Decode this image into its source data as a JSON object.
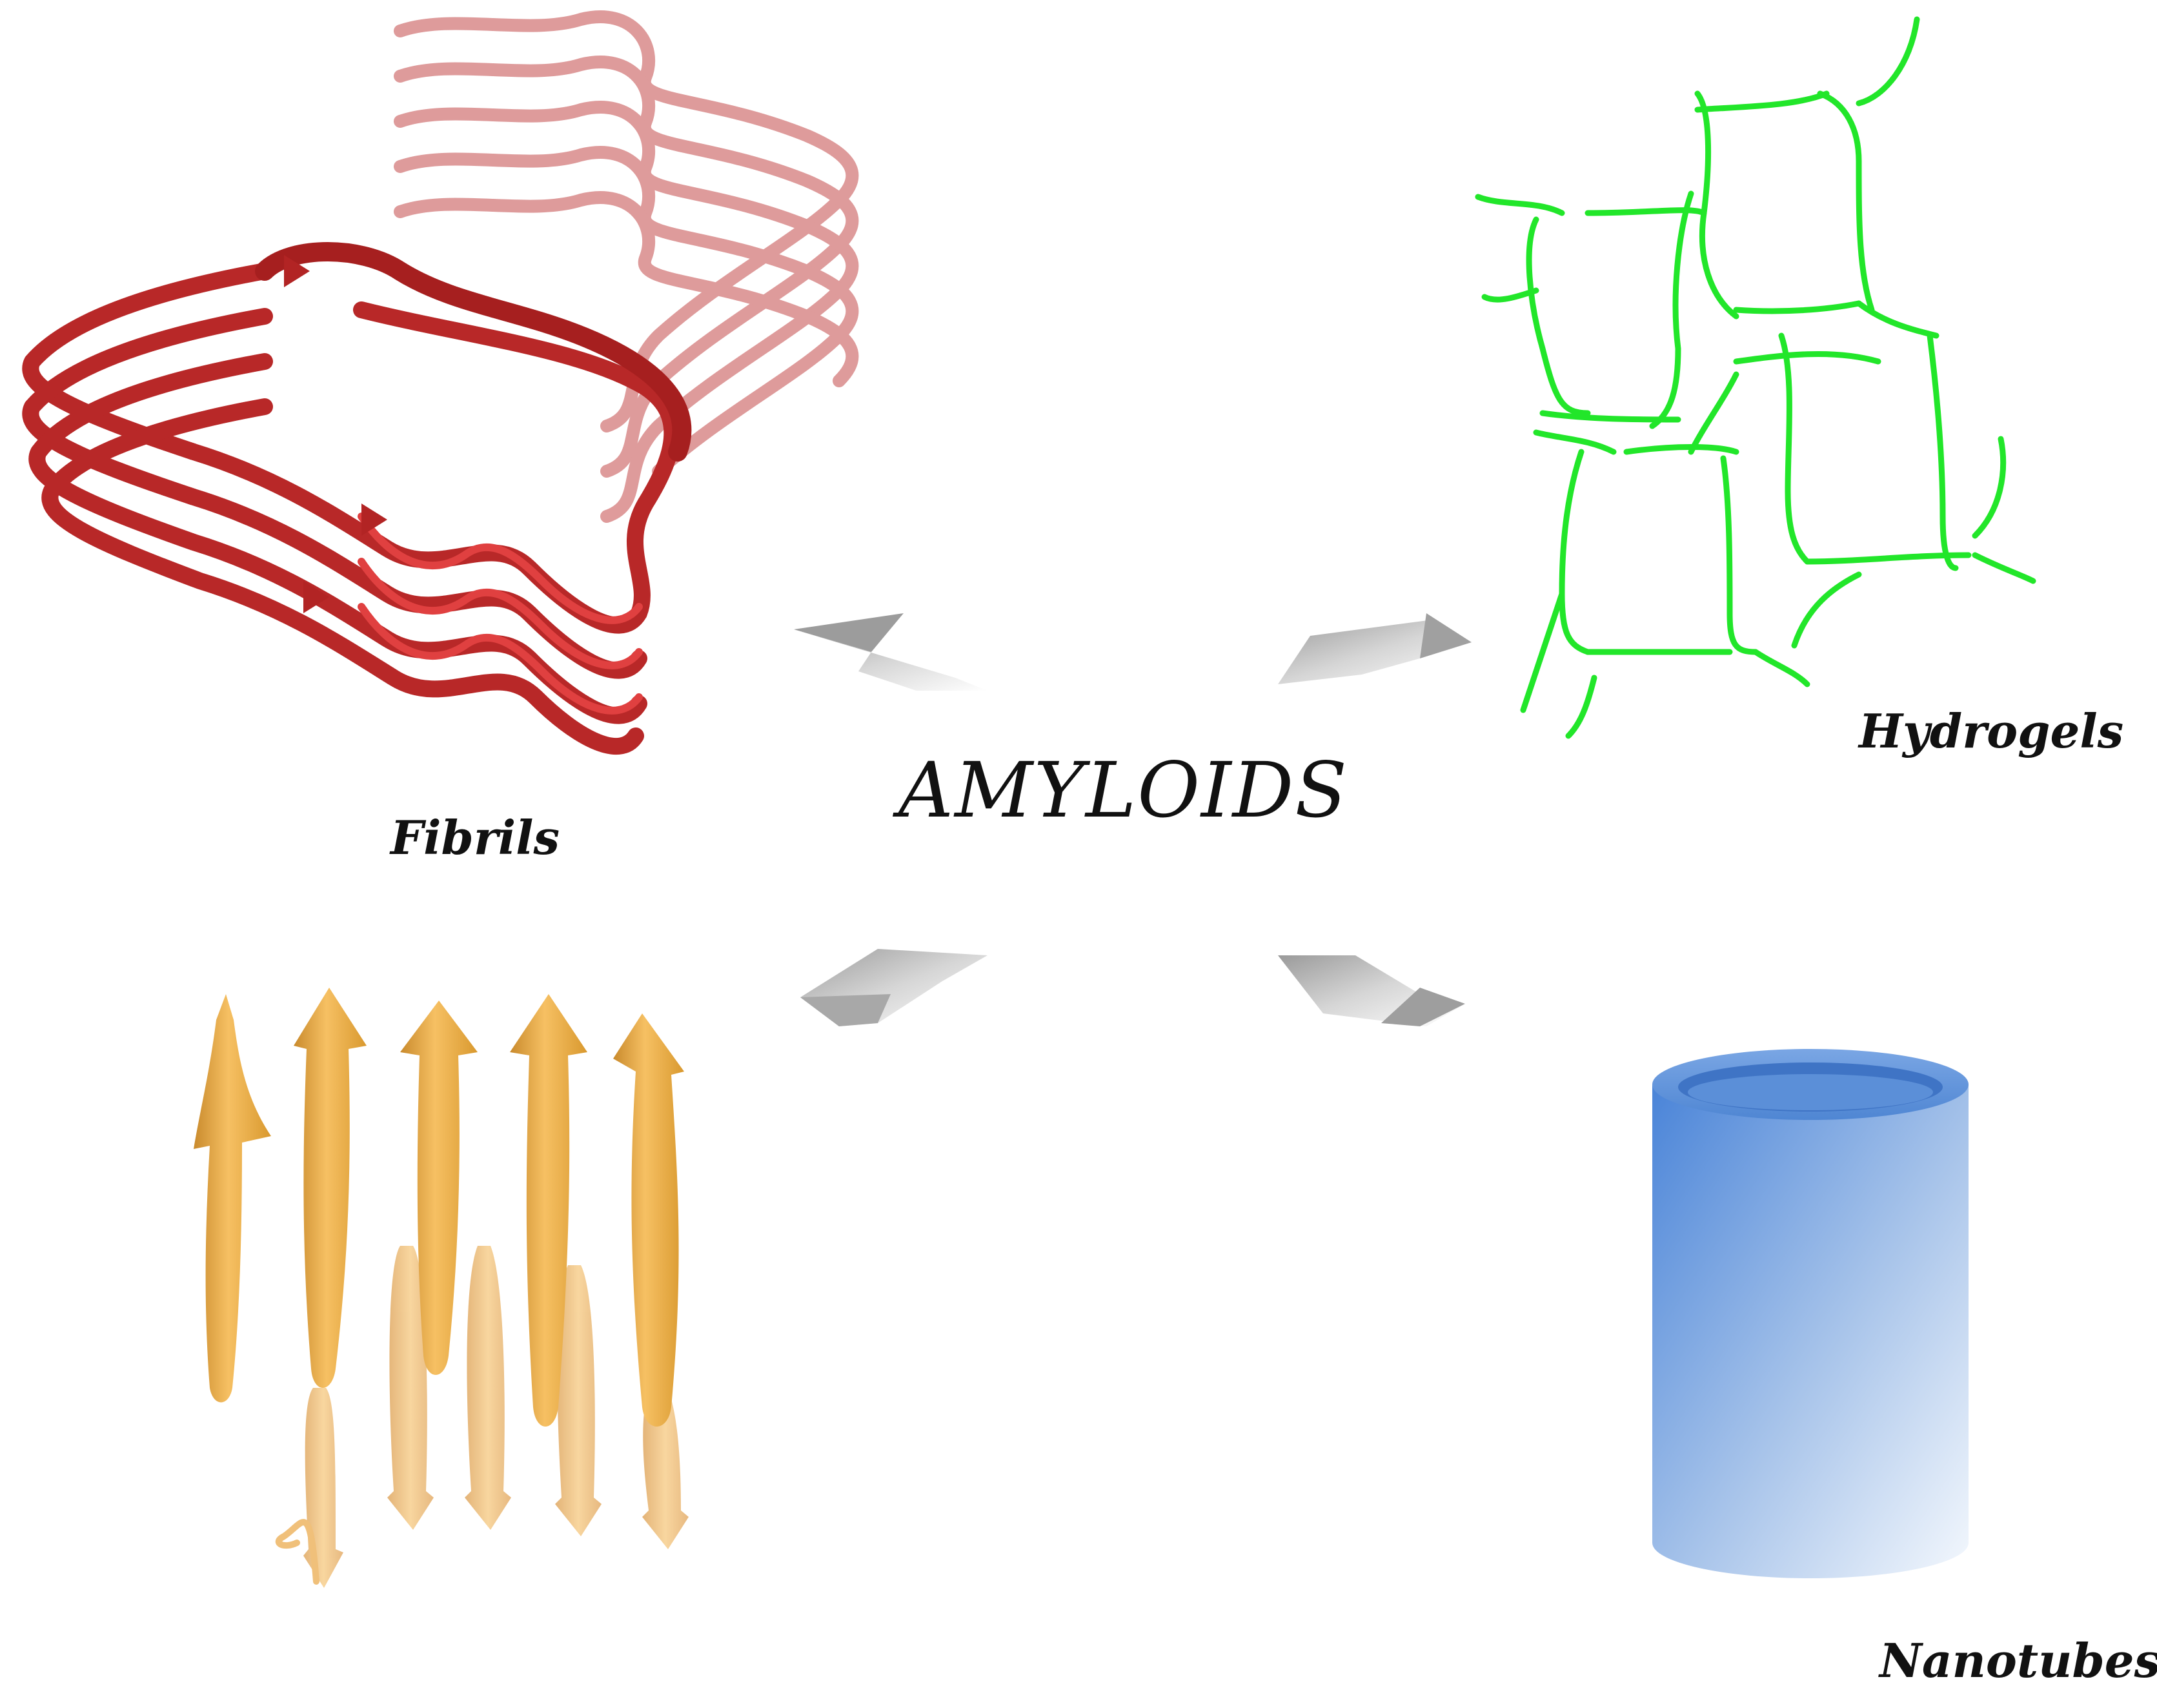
{
  "center": {
    "title": "AMYLOIDS"
  },
  "structures": [
    {
      "id": "fibrils",
      "label": "Fibrils",
      "color": "#c62a2a",
      "icon": "beta-sheet-fibril-ribbon"
    },
    {
      "id": "hydrogels",
      "label": "Hydrogels",
      "color": "#22e62a",
      "icon": "crosslinked-network"
    },
    {
      "id": "beta-strands",
      "label": "",
      "color": "#f0b04a",
      "icon": "beta-strand-arrows"
    },
    {
      "id": "nanotubes",
      "label": "Nanotubes",
      "color": "#4a84d8",
      "icon": "hollow-cylinder"
    }
  ],
  "arrows": [
    {
      "id": "arrow-to-fibrils",
      "direction": "up-left"
    },
    {
      "id": "arrow-to-hydrogels",
      "direction": "up-right"
    },
    {
      "id": "arrow-to-beta-strands",
      "direction": "down-left"
    },
    {
      "id": "arrow-to-nanotubes",
      "direction": "down-right"
    }
  ]
}
